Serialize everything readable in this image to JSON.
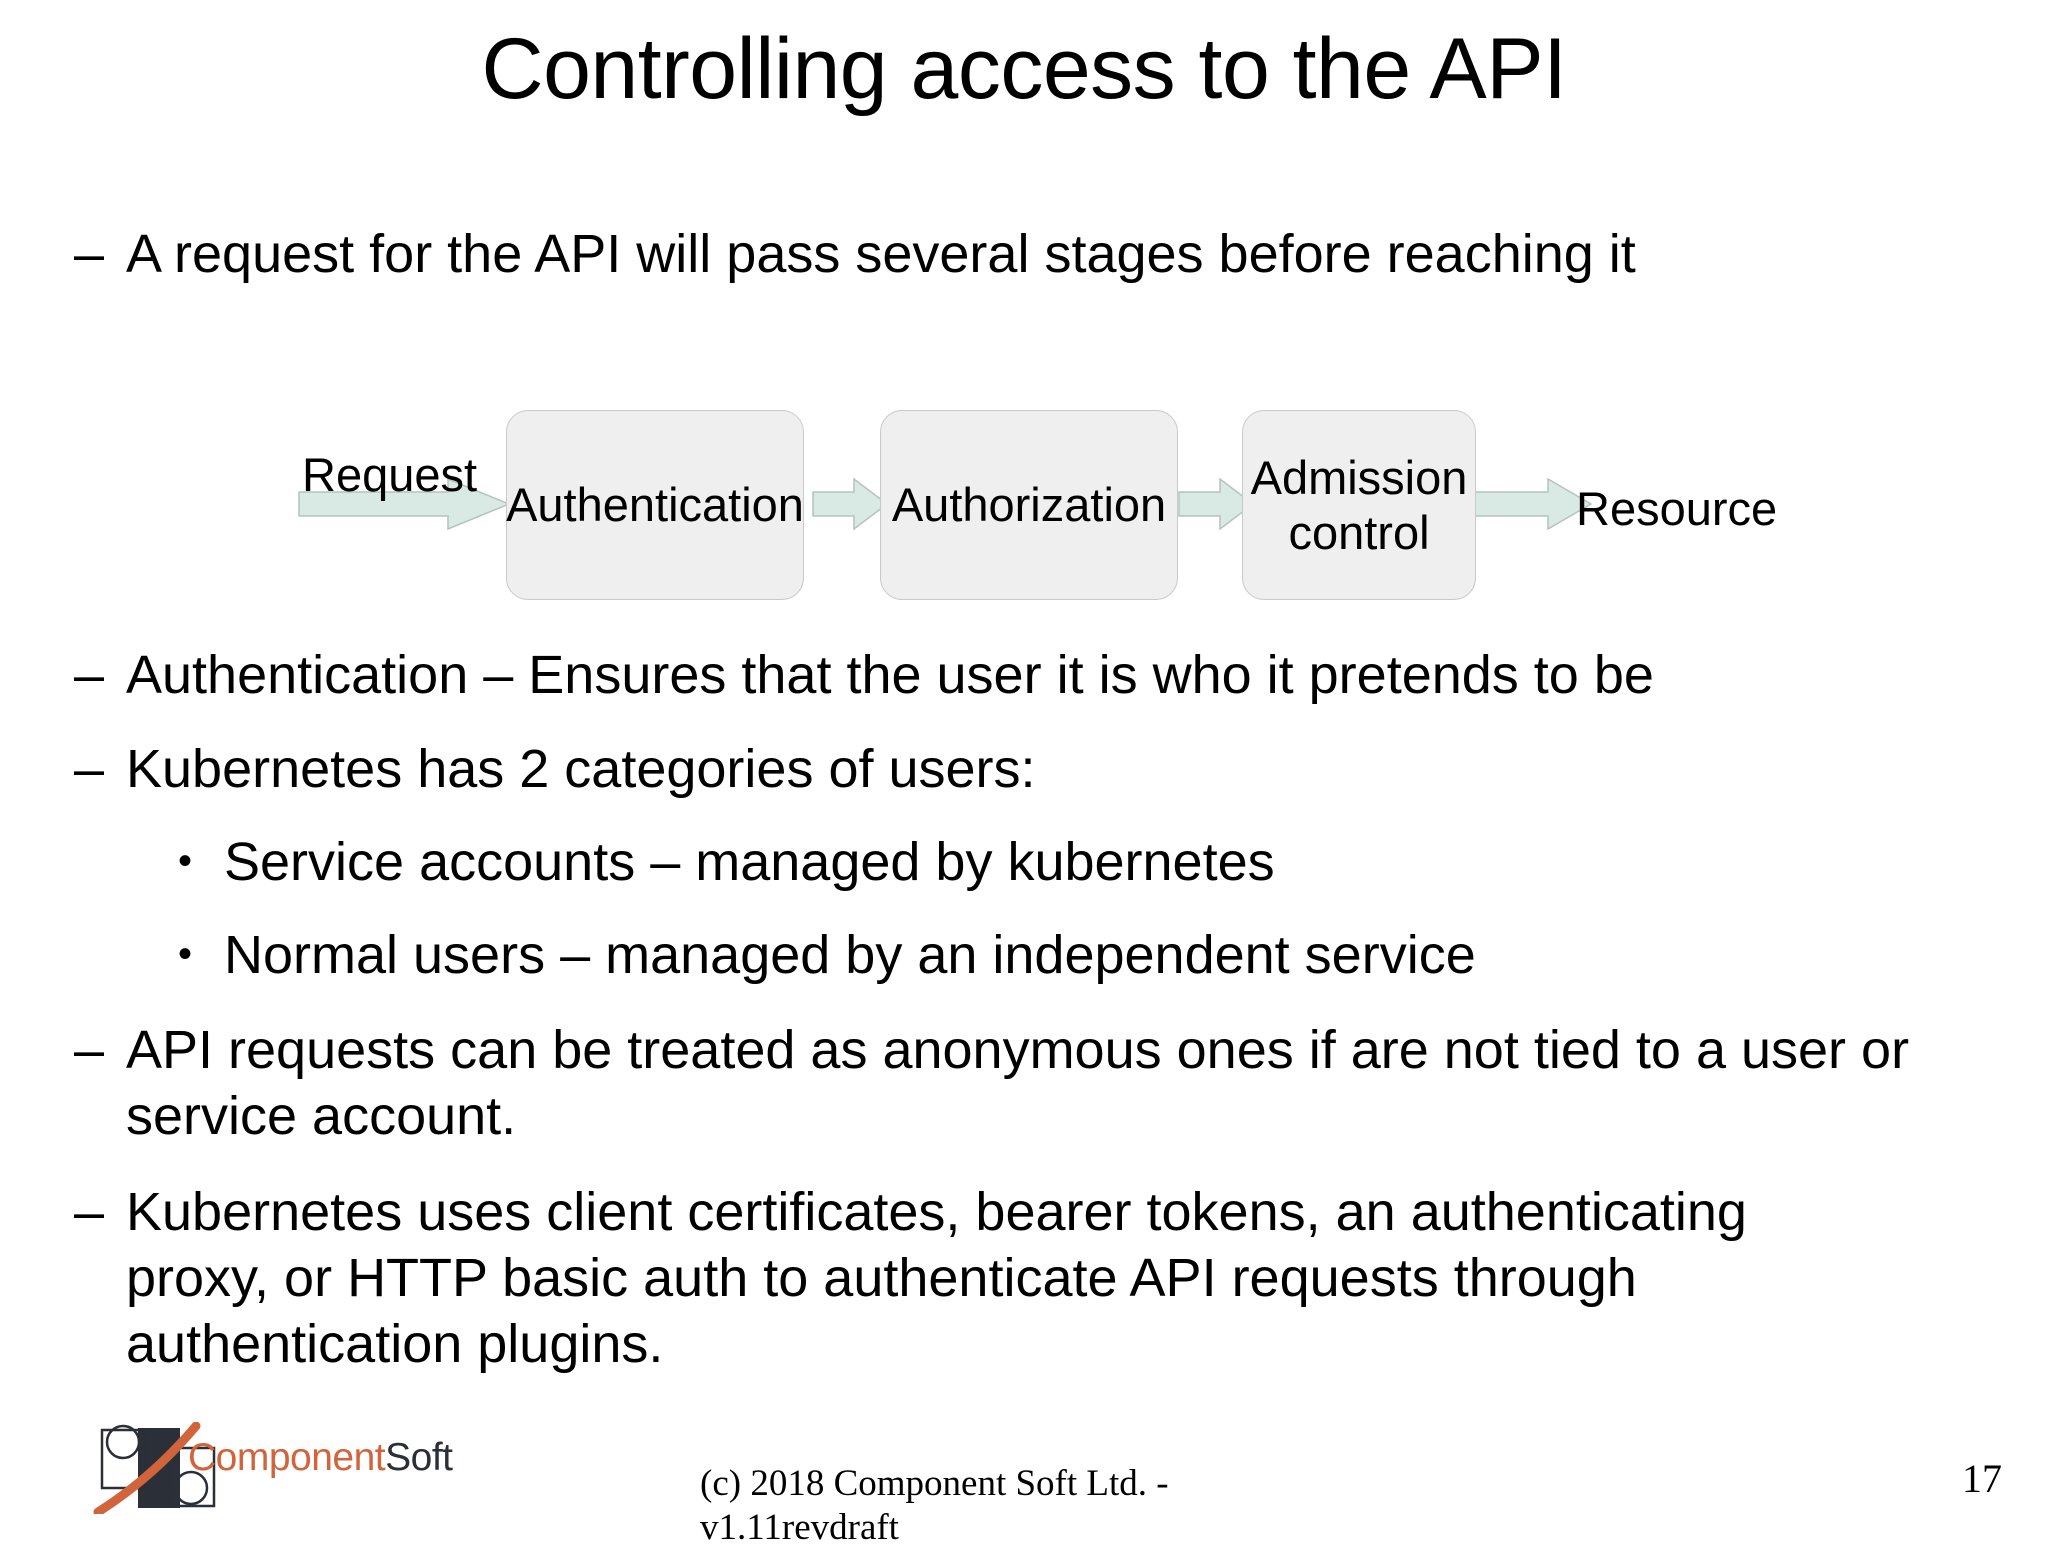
{
  "slide": {
    "title": "Controlling access to the API",
    "page_number": "17"
  },
  "bullets": {
    "intro": "A request for the API will pass several stages before reaching it",
    "authentication": "Authentication – Ensures that the user it is who it pretends to be",
    "categories": "Kubernetes has 2 categories of users:",
    "sub_service_accounts": "Service accounts – managed by kubernetes",
    "sub_normal_users": "Normal users – managed by an independent service",
    "anonymous": "API requests can be treated as anonymous ones if are not tied to a user or service account.",
    "auth_methods": "Kubernetes uses client certificates, bearer tokens, an authenticating proxy, or HTTP basic auth to authenticate API requests through authentication plugins.",
    "dash_marker": "–",
    "dot_marker": "•"
  },
  "diagram": {
    "type": "flow",
    "request_label": "Request",
    "resource_label": "Resource",
    "stages": [
      {
        "label": "Authentication"
      },
      {
        "label": "Authorization"
      },
      {
        "label": "Admission control"
      }
    ],
    "arrow_color": "#d9e9e3",
    "arrow_border_color": "#b3c4bf",
    "box_fill": "#efefef",
    "box_border": "#c9c9c9"
  },
  "footer": {
    "copyright": "(c) 2018 Component Soft Ltd. - v1.11revdraft",
    "logo_component": "Component",
    "logo_soft": "Soft"
  }
}
